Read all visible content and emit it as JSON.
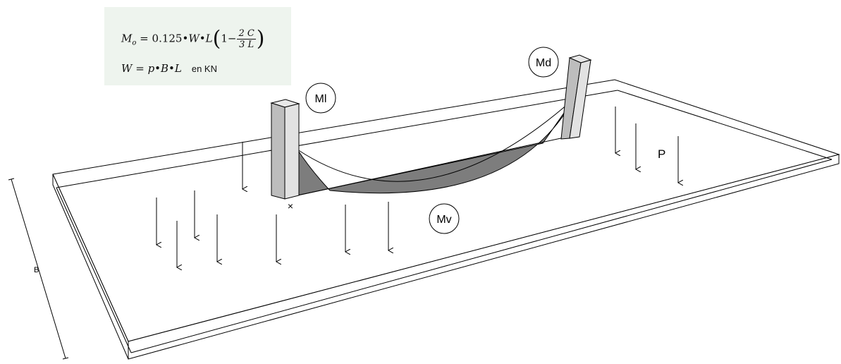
{
  "formula": {
    "line1": {
      "lhs": "M",
      "lhs_sub": "o",
      "eq": "=",
      "coef": "0.125",
      "dot": "•",
      "w": "W",
      "l": "L",
      "one": "1",
      "minus": "−",
      "num": "2 C",
      "den": "3 L"
    },
    "line2": {
      "lhs": "W",
      "eq": "=",
      "rhs": "p•B•L",
      "unit": "en KN"
    }
  },
  "labels": {
    "ml": "Ml",
    "md": "Md",
    "mv": "Mv",
    "p": "P",
    "b": "B",
    "x": "×"
  },
  "colors": {
    "moment_fill": "#7d7d7d",
    "column_front": "#bdbdbd",
    "column_side": "#e2e2e2",
    "formula_bg": "#eef4ee"
  }
}
